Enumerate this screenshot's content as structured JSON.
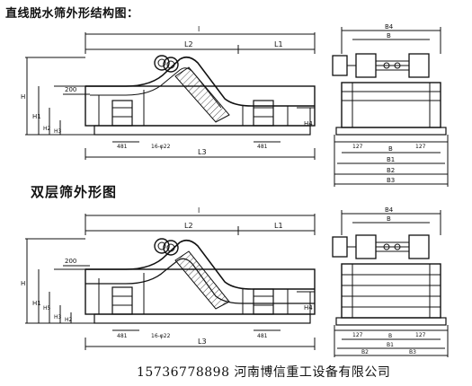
{
  "title_top": "直线脱水筛外形结构图：",
  "title_bottom": "双层筛外形图",
  "footer": "15736778898  河南博信重工设备有限公司",
  "drawing_top": {
    "overall_length": "l",
    "l2": "L2",
    "l1": "L1",
    "l3": "L3",
    "h": "H",
    "h1": "H1",
    "h2": "H2",
    "h3": "H3",
    "h4": "H4",
    "dim_200": "200",
    "dim_481a": "481",
    "dim_481b": "481",
    "holes": "16-φ22",
    "b4": "B4",
    "b": "B",
    "b_lower": "B",
    "b1": "B1",
    "b2": "B2",
    "b3": "B3",
    "dim_127a": "127",
    "dim_127b": "127"
  },
  "drawing_bottom": {
    "overall_length": "l",
    "l2": "L2",
    "l1": "L1",
    "l3": "L3",
    "h": "H",
    "h1": "H1",
    "h2": "H2",
    "h3": "H3",
    "h4": "H4",
    "h5": "H5",
    "dim_200": "200",
    "dim_481a": "481",
    "dim_481b": "481",
    "holes": "16-φ22",
    "b4": "B4",
    "b": "B",
    "b_lower": "B",
    "b1": "B1",
    "b2": "B2",
    "b3": "B3",
    "dim_127a": "127",
    "dim_127b": "127"
  }
}
